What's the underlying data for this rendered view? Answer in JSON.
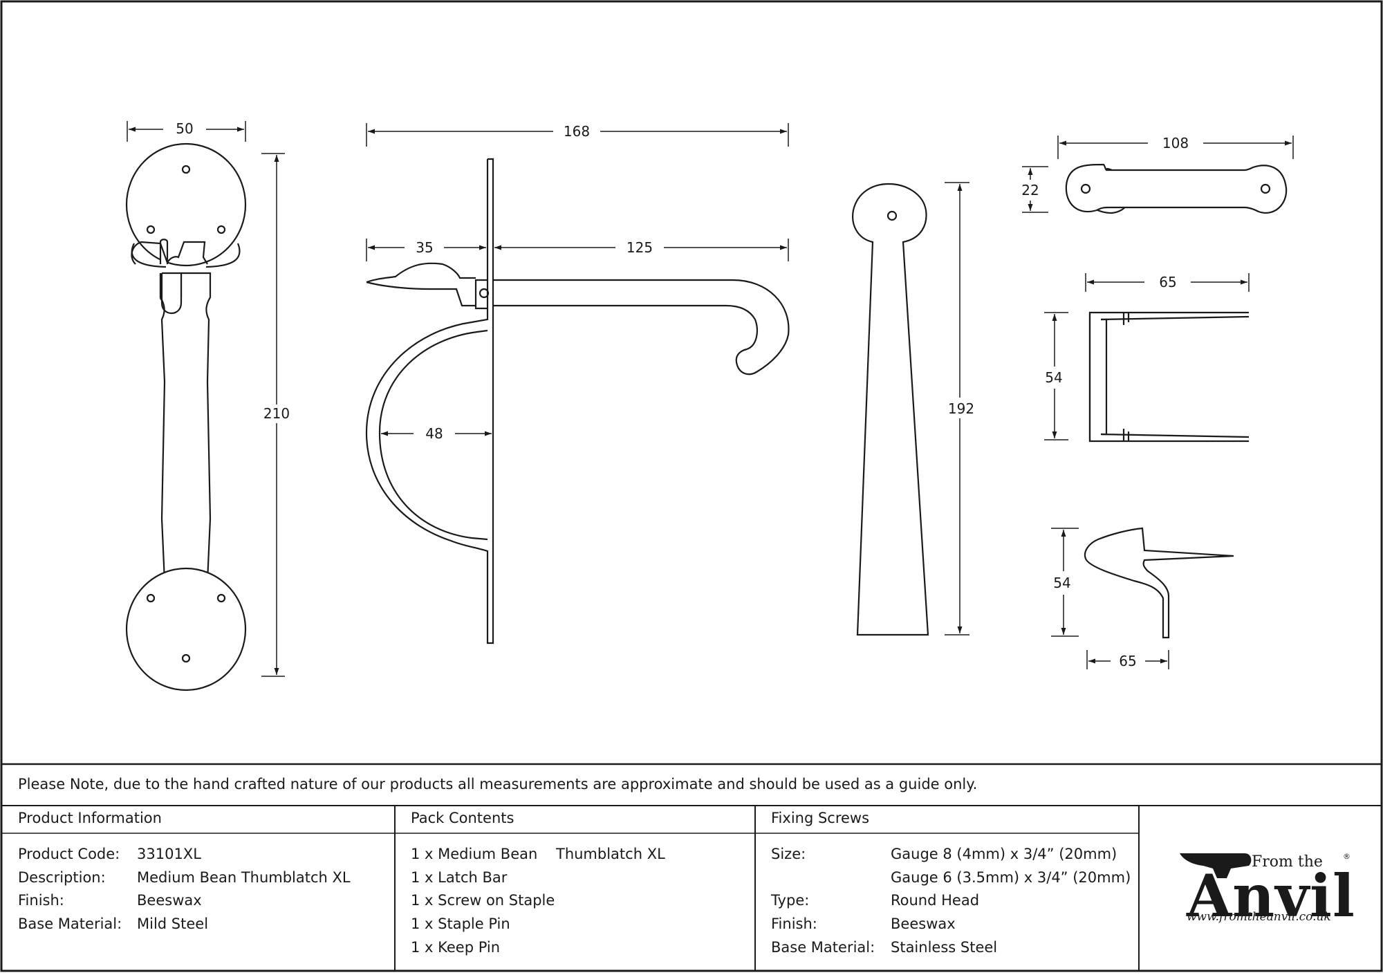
{
  "dimensions": {
    "handle_width": "50",
    "handle_height": "210",
    "overall_length": "168",
    "thumb_length": "35",
    "bar_length": "125",
    "loop_depth": "48",
    "latch_height": "192",
    "bar_staple_length": "108",
    "bar_staple_height": "22",
    "staple_width": "65",
    "staple_height": "54",
    "keep_height": "54",
    "keep_width": "65"
  },
  "note": "Please Note, due to the hand crafted nature of our products all measurements are approximate and should be used as a guide only.",
  "product_info": {
    "header": "Product Information",
    "rows": [
      {
        "label": "Product Code:",
        "value": "33101XL"
      },
      {
        "label": "Description:",
        "value": "Medium Bean Thumblatch XL"
      },
      {
        "label": "Finish:",
        "value": "Beeswax"
      },
      {
        "label": "Base Material:",
        "value": "Mild Steel"
      }
    ]
  },
  "pack_contents": {
    "header": "Pack Contents",
    "items": [
      "1 x Medium Bean    Thumblatch XL",
      "1 x Latch Bar",
      "1 x Screw on Staple",
      "1 x Staple Pin",
      "1 x Keep Pin"
    ]
  },
  "fixing_screws": {
    "header": "Fixing Screws",
    "rows": [
      {
        "label": "Size:",
        "value": "Gauge 8 (4mm) x 3/4” (20mm)"
      },
      {
        "label": "",
        "value": "Gauge 6 (3.5mm) x 3/4” (20mm)"
      },
      {
        "label": "Type:",
        "value": "Round Head"
      },
      {
        "label": "Finish:",
        "value": "Beeswax"
      },
      {
        "label": "Base Material:",
        "value": "Stainless Steel"
      }
    ]
  },
  "logo": {
    "from_the": "From the",
    "name": "Anvil",
    "registered": "®",
    "url": "www.fromtheanvil.co.uk"
  }
}
